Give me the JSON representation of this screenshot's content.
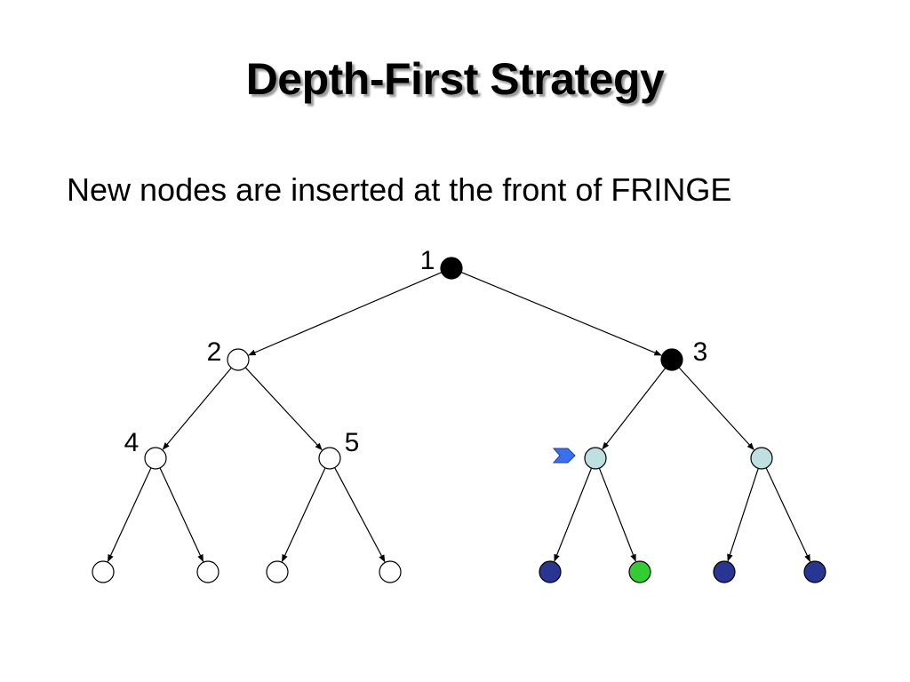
{
  "slide": {
    "title": "Depth-First Strategy",
    "subtitle": "New nodes are inserted at the front of FRINGE"
  },
  "colors": {
    "expanded": "#000000",
    "unvisited": "#ffffff",
    "fringe_level2": "#bfe0e0",
    "fringe_leaf": "#283593",
    "goal": "#33cc33",
    "pointer": "#3a6ff0",
    "edge": "#000000"
  },
  "tree": {
    "nodes": [
      {
        "id": "n1",
        "label": "1",
        "state": "expanded"
      },
      {
        "id": "n2",
        "label": "2",
        "state": "unvisited"
      },
      {
        "id": "n3",
        "label": "3",
        "state": "expanded"
      },
      {
        "id": "n4",
        "label": "4",
        "state": "unvisited"
      },
      {
        "id": "n5",
        "label": "5",
        "state": "unvisited"
      },
      {
        "id": "n6",
        "label": "",
        "state": "fringe_level2"
      },
      {
        "id": "n7",
        "label": "",
        "state": "fringe_level2"
      },
      {
        "id": "n8",
        "label": "",
        "state": "unvisited"
      },
      {
        "id": "n9",
        "label": "",
        "state": "unvisited"
      },
      {
        "id": "n10",
        "label": "",
        "state": "unvisited"
      },
      {
        "id": "n11",
        "label": "",
        "state": "unvisited"
      },
      {
        "id": "n12",
        "label": "",
        "state": "fringe_leaf"
      },
      {
        "id": "n13",
        "label": "",
        "state": "goal"
      },
      {
        "id": "n14",
        "label": "",
        "state": "fringe_leaf"
      },
      {
        "id": "n15",
        "label": "",
        "state": "fringe_leaf"
      }
    ],
    "edges": [
      [
        "n1",
        "n2"
      ],
      [
        "n1",
        "n3"
      ],
      [
        "n2",
        "n4"
      ],
      [
        "n2",
        "n5"
      ],
      [
        "n3",
        "n6"
      ],
      [
        "n3",
        "n7"
      ],
      [
        "n4",
        "n8"
      ],
      [
        "n4",
        "n9"
      ],
      [
        "n5",
        "n10"
      ],
      [
        "n5",
        "n11"
      ],
      [
        "n6",
        "n12"
      ],
      [
        "n6",
        "n13"
      ],
      [
        "n7",
        "n14"
      ],
      [
        "n7",
        "n15"
      ]
    ],
    "pointer_target": "n6"
  }
}
